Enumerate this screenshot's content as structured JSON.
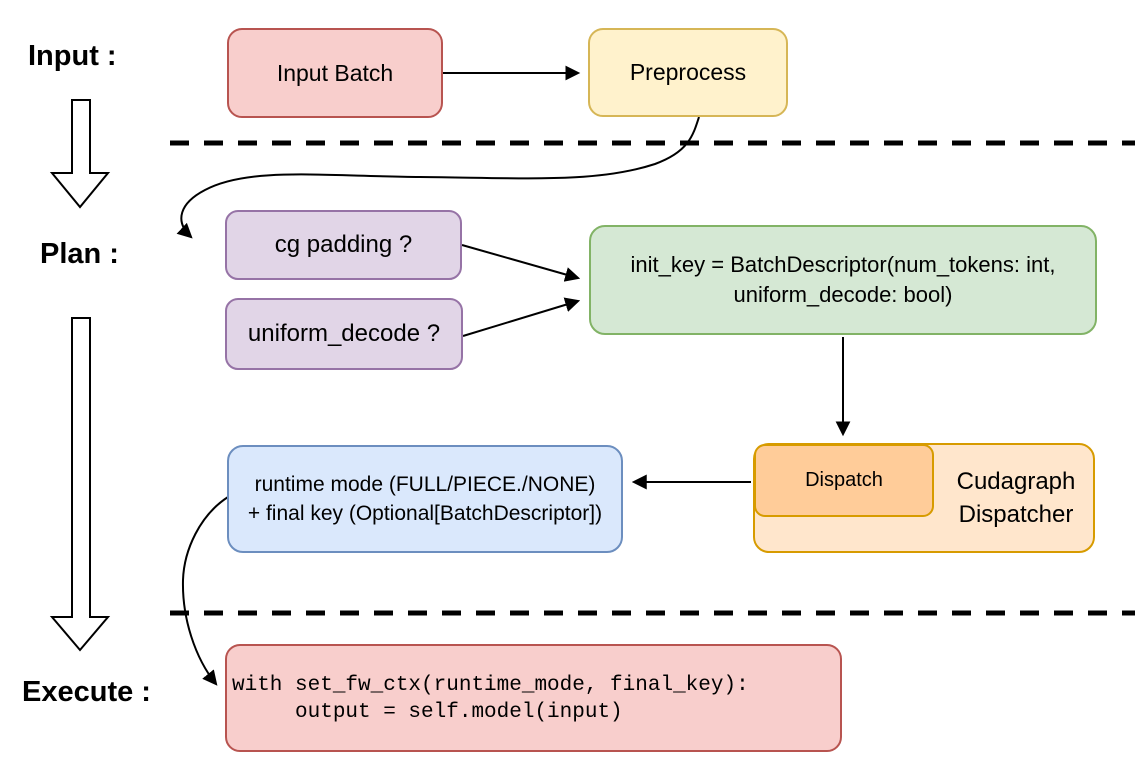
{
  "labels": {
    "input": "Input :",
    "plan": "Plan :",
    "execute": "Execute :"
  },
  "nodes": {
    "input_batch": {
      "label": "Input Batch"
    },
    "preprocess": {
      "label": "Preprocess"
    },
    "cg_padding": {
      "label": "cg padding ?"
    },
    "uniform_decode": {
      "label": "uniform_decode ?"
    },
    "init_key": {
      "line1": "init_key = BatchDescriptor(num_tokens: int,",
      "line2": "uniform_decode: bool)"
    },
    "runtime_result": {
      "line1": "runtime mode (FULL/PIECE./NONE)",
      "line2": "+ final key (Optional[BatchDescriptor])"
    },
    "dispatch": {
      "label": "Dispatch"
    },
    "cudagraph_dispatcher": {
      "line1": "Cudagraph",
      "line2": "Dispatcher"
    },
    "execute_code": {
      "line1": "with set_fw_ctx(runtime_mode, final_key):",
      "line2": "     output = self.model(input)"
    }
  },
  "colors": {
    "page_bg": "#ffffff",
    "text": "#000000",
    "arrow": "#000000",
    "red_fill": "#f8cecc",
    "red_stroke": "#b85450",
    "yellow_fill": "#fff2cc",
    "yellow_stroke": "#d6b656",
    "purple_fill": "#e1d5e7",
    "purple_stroke": "#9673a6",
    "green_fill": "#d5e8d4",
    "green_stroke": "#82b366",
    "blue_fill": "#dae8fc",
    "blue_stroke": "#6c8ebf",
    "orange_fill": "#ffe6cc",
    "orange_inner_fill": "#ffcc99",
    "orange_stroke": "#d79b00"
  }
}
